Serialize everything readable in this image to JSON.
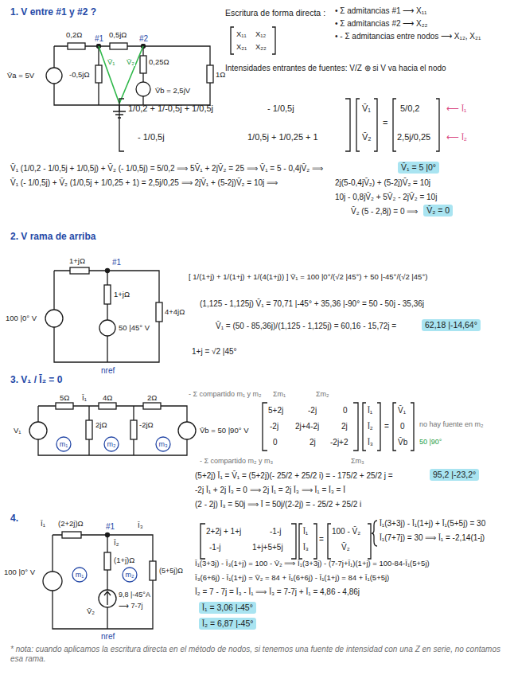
{
  "diagram": {
    "nodes": [
      {
        "text": [
          "V̄₁ = 5 |0°"
        ]
      },
      {
        "text": [
          "V̄₂ = 0"
        ]
      },
      {
        "text": [
          "62,18 |-14,64°"
        ]
      },
      {
        "text": [
          "95,2 |-23,2°"
        ]
      },
      {
        "text": [
          "Ī₁ = 3,06 |-45°"
        ]
      },
      {
        "text": [
          "Ī₂ = 6,87 |-45°"
        ]
      }
    ],
    "labels": [
      "1.  V entre #1 y #2 ?",
      "#1",
      "#2",
      "0,2Ω",
      "0,5jΩ",
      "-0,5jΩ",
      "0,25Ω",
      "1Ω",
      "V̄a = 5V",
      "V̄b = 2,5jV",
      "V̄₁",
      "V̄₂",
      "Escritura de forma directa :",
      "• Σ admitancias #1 ⟶ X₁₁",
      "• Σ admitancias #2 ⟶ X₂₂",
      "• - Σ admitancias entre nodos ⟶ X₁₂, X₂₁",
      "X₁₁",
      "X₁₂",
      "X₂₁",
      "X₂₂",
      "Intensidades entrantes de fuentes: V/Z   ⊕ si V va hacia el nodo",
      "1/0,2 + 1/-0,5j + 1/0,5j",
      "- 1/0,5j",
      "- 1/0,5j",
      "1/0,5j + 1/0,25 + 1",
      "V̄₁",
      "V̄₂",
      "=",
      "5/0,2",
      "2,5j/0,25",
      "⟵ Ī₁",
      "⟵ Ī₂",
      "V̄₁ (1/0,2 - 1/0,5j + 1/0,5j) + V̄₂ (- 1/0,5j) = 5/0,2 ⟹ 5V̄₁ + 2jV̄₂ = 25 ⟹ V̄₁ = 5 - 0,4jV̄₂ ⟹",
      "V̄₁ (- 1/0,5j) + V̄₂ (1/0,5j + 1/0,25 + 1) = 2,5j/0,25 ⟹ 2jV̄₁ + (5-2j)V̄₂ = 10j ⟹",
      "2j(5-0,4jV̄₂) + (5-2j)V̄₂ = 10j",
      "10j - 0,8jV̄₂ + 5V̄₂ - 2jV̄₂ = 10j",
      "V̄₂ (5 - 2,8j) = 0 ⟹",
      "2.  V rama de arriba",
      "1+jΩ",
      "#1",
      "1+jΩ",
      "50 |45° V",
      "4+4jΩ",
      "100 |0° V",
      "nref",
      "[ 1/(1+j) + 1/(1+j) + 1/(4(1+j)) ] V̄₁ = 100 |0°/(√2 |45°) + 50 |-45°/(√2 |45°)",
      "(1,125 - 1,125j) V̄₁ = 70,71 |-45° + 35,36 |-90° = 50 - 50j - 35,36j",
      "V̄₁ = (50 - 85,36j)/(1,125 - 1,125j) = 60,16 - 15,72j =",
      "1+j = √2 |45°",
      "3.  V₁ / Ī₂ = 0",
      "5Ω",
      "Ī₁",
      "4Ω",
      "2Ω",
      "2jΩ",
      "-2jΩ",
      "V̄b = 50 |90° V",
      "V₁",
      "m₁",
      "m₂",
      "m₃",
      "- Σ compartido m₁ y m₂",
      "Σm₁",
      "Σm₂",
      "5+2j",
      "-2j",
      "0",
      "-2j",
      "2j+4-2j",
      "2j",
      "0",
      "2j",
      "-2j+2",
      "Ī₁",
      "Ī₂",
      "Ī₃",
      "=",
      "V̄₁",
      "0",
      "V̄b",
      "no hay fuente en m₂",
      "50 |90°",
      "- Σ compartido m₂ y m₃",
      "Σm₃",
      "(5+2j) Ī₁ = V̄₁ = (5+2j)(- 25/2 + 25/2 i) = - 175/2 + 25/2 j =",
      "-2j Ī₁ + 2j Ī₃ = 0 ⟹ 2j Ī₁ = 2j Ī₃ ⟹ Ī₁ = Ī₃ = Ī",
      "(2 - 2j) Ī₃ = 50j ⟹ Ī = 50j/(2-2j) = - 25/2 + 25/2 i",
      "4.",
      "Ī₁",
      "(2+2j)Ω",
      "#1",
      "Ī₂",
      "(1+j)Ω",
      "Ī₃",
      "(5+5j)Ω",
      "V̄₂",
      "9,8 |-45°A",
      "⟶ 7-7j",
      "m₁",
      "m₂",
      "nref",
      "100 |0° V",
      "2+2j + 1+j",
      "-1-j",
      "-1-j",
      "1+j+5+5j",
      "Ī₁",
      "Ī₃",
      "=",
      "100 - V̄₂",
      "V̄₂",
      "Ī₁(3+3j) - Ī₁(1+j) + Ī₁(5+5j) = 30",
      "Ī₁(7+7j) = 30 ⟹ Ī₁ = -2,14(1-j)",
      "Ī₁(3+3j) - Ī₃(1+j) = 100 - V̄₂ ⟹ Ī₁(3+3j) - (7-7j+Ī₁)(1+j) = 100-84-Ī₁(5+5j)",
      "Ī₃(6+6j) - Ī₁(1+j) = V̄₂ = 84 + Ī₁(6+6j) - Ī₁(1+j) = 84 + Ī₁(5+5j)",
      "Ī₂ = 7 - 7j = Ī₃ - Ī₁ ⟹ Ī₃ = 7-7j + Ī₁ = 4,86 - 4,86j",
      "* nota: cuando aplicamos la escritura directa en el método de nodos, si tenemos una fuente de intensidad con una Z en serie, no contamos esa rama."
    ]
  }
}
